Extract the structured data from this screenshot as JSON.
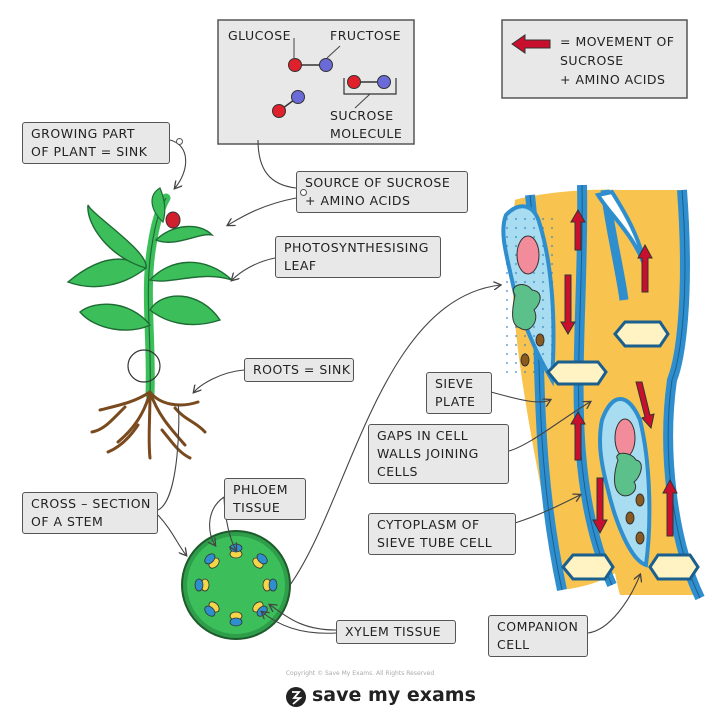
{
  "legend": {
    "line1": "= MOVEMENT OF",
    "line2": "SUCROSE",
    "line3": "+ AMINO  ACIDS",
    "arrow_color": "#c8102e"
  },
  "molecule_box": {
    "glucose": "GLUCOSE",
    "fructose": "FRUCTOSE",
    "sucrose_line1": "SUCROSE",
    "sucrose_line2": "MOLECULE"
  },
  "labels": {
    "growing_part": [
      "GROWING  PART",
      "OF  PLANT = SINK"
    ],
    "source": [
      "SOURCE  OF  SUCROSE",
      "+ AMINO  ACIDS"
    ],
    "photosynthesising": [
      "PHOTOSYNTHESISING",
      "LEAF"
    ],
    "roots": [
      "ROOTS = SINK"
    ],
    "cross_section": [
      "CROSS – SECTION",
      "OF  A  STEM"
    ],
    "phloem": [
      "PHLOEM",
      "TISSUE"
    ],
    "xylem": [
      "XYLEM  TISSUE"
    ],
    "sieve_plate": [
      "SIEVE",
      "PLATE"
    ],
    "gaps": [
      "GAPS  IN  CELL",
      "WALLS  JOINING",
      "CELLS"
    ],
    "cytoplasm": [
      "CYTOPLASM  OF",
      "SIEVE  TUBE  CELL"
    ],
    "companion": [
      "COMPANION",
      "CELL"
    ]
  },
  "footer": {
    "copyright": "Copyright © Save My Exams. All Rights Reserved",
    "brand": "save my exams"
  },
  "colors": {
    "tube": "#f9c350",
    "wall": "#2f8fce",
    "cell": "#a8dcf0",
    "nucleus": "#f28b9a",
    "organelle": "#5cc08a",
    "leaf": "#3cbf5a",
    "root": "#7a4a1f",
    "glucose": "#e0202a",
    "fructose": "#6a6ad8"
  }
}
